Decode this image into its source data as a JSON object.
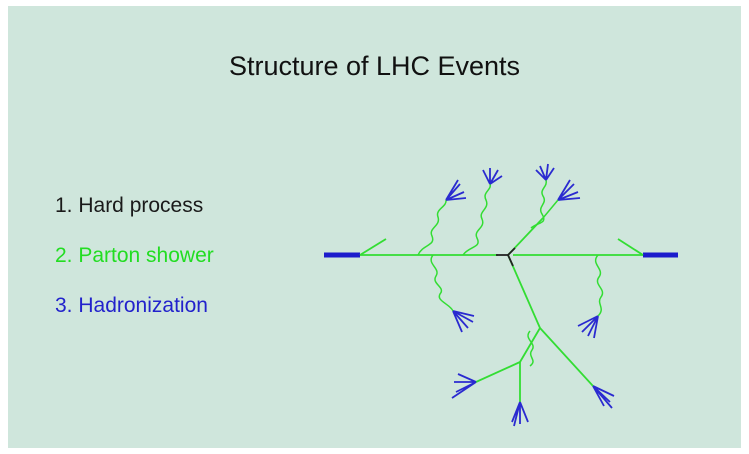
{
  "slide": {
    "title": "Structure of LHC Events",
    "legend": [
      {
        "label": "1. Hard process",
        "color": "#1a1a1a"
      },
      {
        "label": "2. Parton shower",
        "color": "#22dd22"
      },
      {
        "label": "3. Hadronization",
        "color": "#2222cc"
      }
    ]
  },
  "diagram": {
    "colors": {
      "beam": "#1c1ccc",
      "parton": "#33dd33",
      "hard": "#222222",
      "hadron": "#2a2ad0"
    }
  }
}
